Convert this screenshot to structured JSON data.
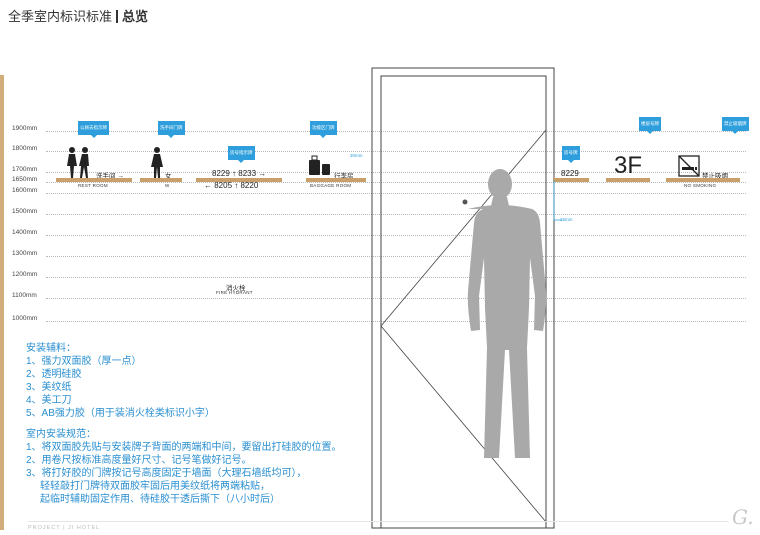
{
  "header": {
    "title": "全季室内标识标准",
    "section": "总览"
  },
  "heights": [
    {
      "label": "1900mm"
    },
    {
      "label": "1800mm"
    },
    {
      "label": "1700mm"
    },
    {
      "label": "1650mm"
    },
    {
      "label": "1600mm"
    },
    {
      "label": "1500mm"
    },
    {
      "label": "1400mm"
    },
    {
      "label": "1300mm"
    },
    {
      "label": "1200mm"
    },
    {
      "label": "1100mm"
    },
    {
      "label": "1000mm"
    }
  ],
  "signs": {
    "restroom_callout": "公厕去指示牌",
    "restroom_cn": "洗手间",
    "restroom_en": "REST ROOM",
    "restroom_arrow": "→",
    "toilet_callout": "洗手间门牌",
    "toilet_cn": "女",
    "toilet_en": "W",
    "roomdir_callout": "房号指示牌",
    "roomdir_line1": "8229 ↑ 8233 →",
    "roomdir_line2": "← 8205 ↑ 8220",
    "baggage_callout": "功能区门牌",
    "baggage_cn": "行李房",
    "baggage_en": "BAGGAGE ROOM",
    "room_callout": "房号牌",
    "room_number": "8229",
    "floor_callout": "楼层号牌",
    "floor_number": "3F",
    "nosmoke_callout": "禁止吸烟牌",
    "nosmoke_cn": "禁止吸烟",
    "nosmoke_en": "NO SMOKING",
    "dim_30": "30mm",
    "dim_15": "15mm",
    "hydrant_cn": "消火栓",
    "hydrant_en": "FIRE HYDRANT"
  },
  "instructions": {
    "materials_title": "安装辅料：",
    "materials": [
      "1、强力双面胶（厚一点）",
      "2、透明硅胶",
      "3、美纹纸",
      "4、美工刀",
      "5、AB强力胶（用于装消火栓类标识小字）"
    ],
    "rules_title": "室内安装规范：",
    "rules": [
      "1、将双面胶先贴与安装牌子背面的两端和中间，要留出打硅胶的位置。",
      "2、用卷尺按标准高度量好尺寸、记号笔做好记号。",
      "3、将打好胶的门牌按记号高度固定于墙面（大理石墙纸均可），",
      "轻轻敲打门牌待双面胶牢固后用美纹纸将两端粘贴，",
      "起临时辅助固定作用、待硅胶干透后撕下（八小时后）"
    ]
  },
  "footer": {
    "project": "PROJECT | JI HOTEL",
    "logo": "G."
  },
  "colors": {
    "accent": "#2e9fdc",
    "shelf": "#c9a06a",
    "figure": "#a9a9a9"
  }
}
